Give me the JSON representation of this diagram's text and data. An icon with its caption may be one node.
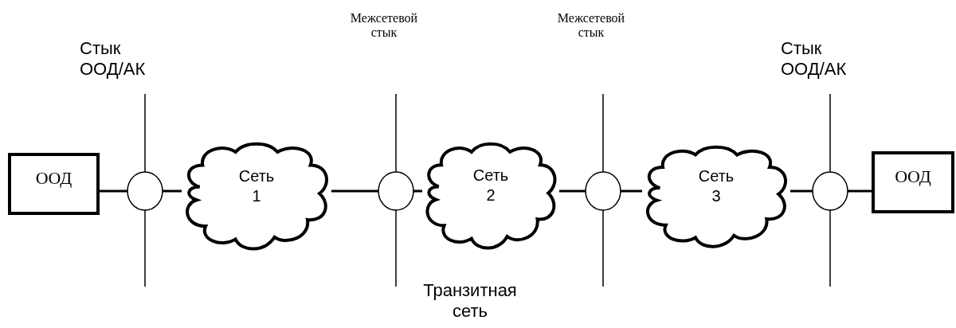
{
  "diagram": {
    "nodes": [
      {
        "text": [
          "ООД"
        ]
      },
      {
        "text": [],
        "shape": "circle"
      },
      {
        "text": [
          "Сеть 1"
        ]
      },
      {
        "text": [],
        "shape": "circle"
      },
      {
        "text": [
          "Сеть 2"
        ]
      },
      {
        "text": [],
        "shape": "circle"
      },
      {
        "text": [
          "Сеть 3"
        ]
      },
      {
        "text": [],
        "shape": "circle"
      },
      {
        "text": [
          "ООД"
        ]
      }
    ],
    "edges": [
      {
        "from": 0,
        "to": 1,
        "arrow": "none"
      },
      {
        "from": 1,
        "to": 2,
        "arrow": "none"
      },
      {
        "from": 2,
        "to": 3,
        "arrow": "none"
      },
      {
        "from": 3,
        "to": 4,
        "arrow": "none"
      },
      {
        "from": 4,
        "to": 5,
        "arrow": "none"
      },
      {
        "from": 5,
        "to": 6,
        "arrow": "none"
      },
      {
        "from": 6,
        "to": 7,
        "arrow": "none"
      },
      {
        "from": 7,
        "to": 8,
        "arrow": "none"
      }
    ],
    "labels": [
      "Межсетевой стык",
      "Межсетевой стык",
      "Стык ООД/АК",
      "Стык ООД/АК",
      "Транзитная сеть"
    ]
  }
}
